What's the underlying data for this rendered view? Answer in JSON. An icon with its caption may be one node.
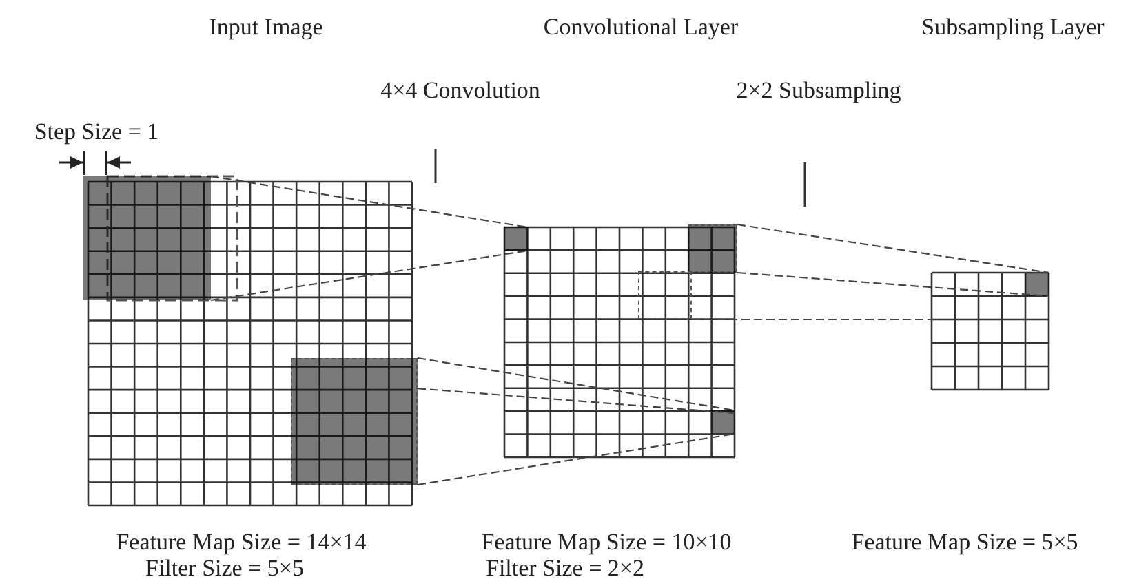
{
  "diagram": {
    "nodes": [
      {
        "text": [],
        "shape": "box"
      },
      {
        "text": [],
        "shape": "box",
        "in": 0
      },
      {
        "text": [],
        "shape": "box",
        "in": 0
      },
      {
        "text": [],
        "shape": "box"
      },
      {
        "text": [],
        "shape": "box",
        "in": 3
      },
      {
        "text": [],
        "shape": "box",
        "in": 3
      },
      {
        "text": [],
        "shape": "box",
        "in": 3
      },
      {
        "text": [],
        "shape": "box",
        "in": 3
      },
      {
        "text": [],
        "shape": "box"
      },
      {
        "text": [],
        "shape": "box",
        "in": 8
      }
    ],
    "edges": [
      {
        "from": 1,
        "to": 4,
        "arrow": "none",
        "style": "dashed"
      },
      {
        "from": 1,
        "to": 4,
        "arrow": "none",
        "style": "dashed"
      },
      {
        "from": 2,
        "to": 5,
        "arrow": "none",
        "style": "dashed"
      },
      {
        "from": 2,
        "to": 5,
        "arrow": "none",
        "style": "dashed"
      },
      {
        "from": 2,
        "to": 5,
        "arrow": "none",
        "style": "dashed"
      },
      {
        "from": 6,
        "to": 9,
        "arrow": "none",
        "style": "dashed"
      },
      {
        "from": 6,
        "to": 9,
        "arrow": "none",
        "style": "dashed"
      },
      {
        "from": 7,
        "to": 8,
        "arrow": "none",
        "style": "dashed"
      }
    ],
    "labels": [
      "Input Image",
      "Convolutional Layer",
      "Subsampling Layer",
      "4×4 Convolution",
      "2×2 Subsampling",
      "Step Size = 1",
      "Feature Map Size = 14×14",
      "Filter Size = 5×5",
      "Feature Map Size = 10×10",
      "Filter Size = 2×2",
      "Feature Map Size = 5×5"
    ]
  }
}
